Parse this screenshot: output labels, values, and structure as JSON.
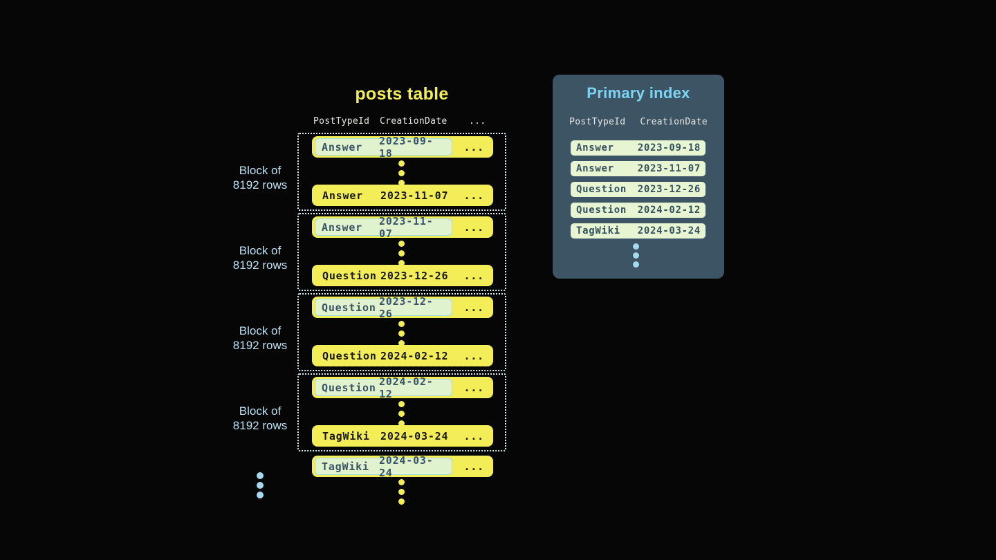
{
  "colors": {
    "background": "#060606",
    "yellow": "#f3ed58",
    "row_text_dark": "#17170b",
    "highlight_bg": "#e0f2ce",
    "highlight_border": "#9edcec",
    "highlight_text": "#3a5365",
    "block_border": "#d9eef6",
    "block_label": "#b9e1f4",
    "panel_bg": "#3d5465",
    "panel_title": "#7ed3f1",
    "header_text": "#e9e9e4",
    "pill_bg": "#e7f5d2",
    "pill_text": "#34505f",
    "blue_dot": "#a4d9ef"
  },
  "posts_table": {
    "title": "posts table",
    "columns": [
      "PostTypeId",
      "CreationDate",
      "..."
    ],
    "row_ellipsis": "...",
    "block_label": [
      "Block of",
      "8192 rows"
    ],
    "blocks": [
      {
        "first": {
          "type": "Answer",
          "date": "2023-09-18"
        },
        "last": {
          "type": "Answer",
          "date": "2023-11-07"
        }
      },
      {
        "first": {
          "type": "Answer",
          "date": "2023-11-07"
        },
        "last": {
          "type": "Question",
          "date": "2023-12-26"
        }
      },
      {
        "first": {
          "type": "Question",
          "date": "2023-12-26"
        },
        "last": {
          "type": "Question",
          "date": "2024-02-12"
        }
      },
      {
        "first": {
          "type": "Question",
          "date": "2024-02-12"
        },
        "last": {
          "type": "TagWiki",
          "date": "2024-03-24"
        }
      }
    ],
    "overflow_row": {
      "type": "TagWiki",
      "date": "2024-03-24"
    }
  },
  "primary_index": {
    "title": "Primary index",
    "columns": [
      "PostTypeId",
      "CreationDate"
    ],
    "rows": [
      {
        "type": "Answer",
        "date": "2023-09-18"
      },
      {
        "type": "Answer",
        "date": "2023-11-07"
      },
      {
        "type": "Question",
        "date": "2023-12-26"
      },
      {
        "type": "Question",
        "date": "2024-02-12"
      },
      {
        "type": "TagWiki",
        "date": "2024-03-24"
      }
    ]
  }
}
